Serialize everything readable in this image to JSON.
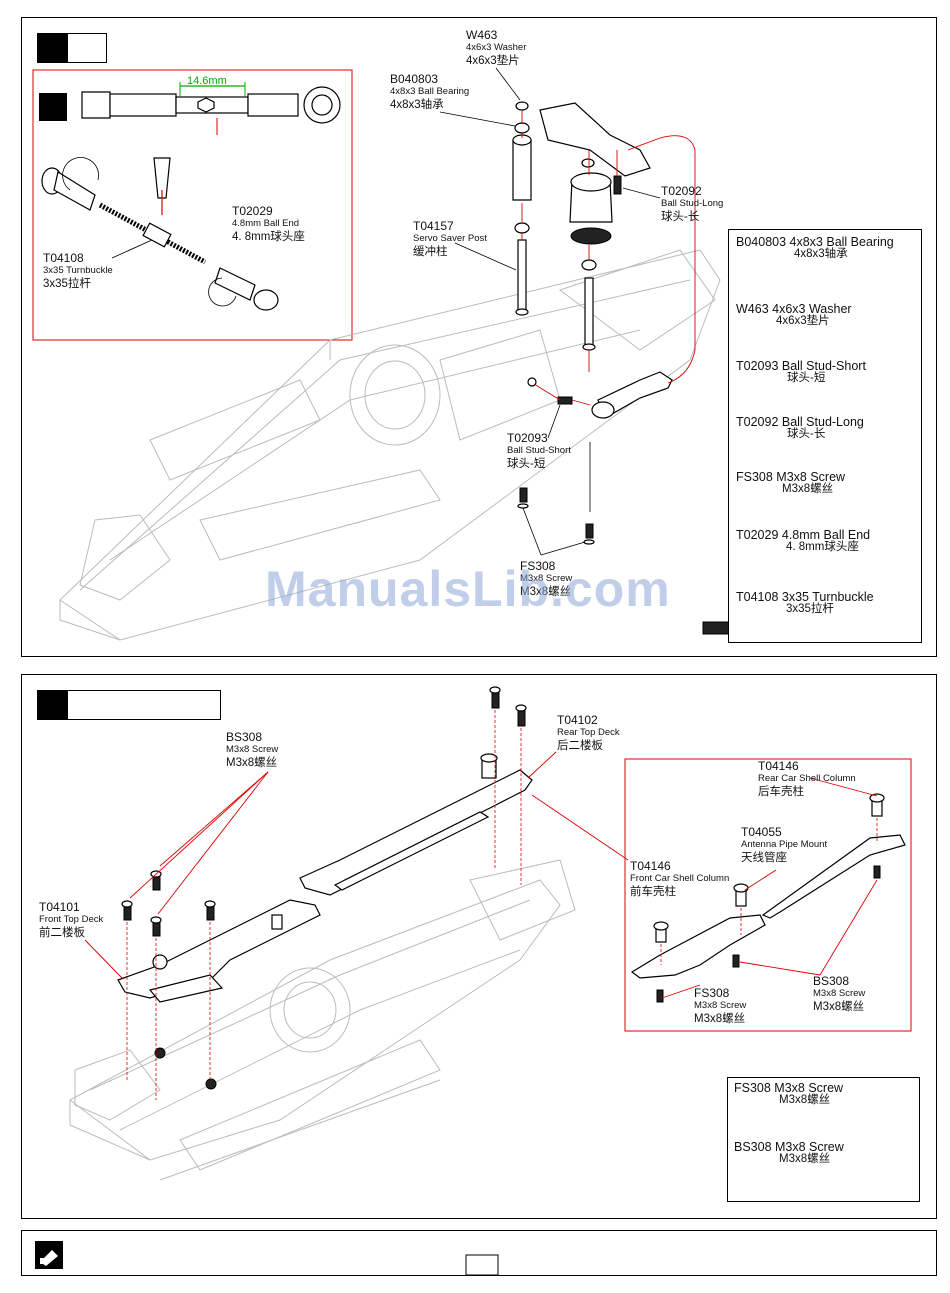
{
  "step1": {
    "inset": {
      "measurement": "14.6mm",
      "ball_end": {
        "code": "T02029",
        "en": "4.8mm Ball End",
        "cn": "4. 8mm球头座"
      },
      "turnbuckle": {
        "code": "T04108",
        "en": "3x35 Turnbuckle",
        "cn": "3x35拉杆"
      }
    },
    "callouts": {
      "washer": {
        "code": "W463",
        "en": "4x6x3 Washer",
        "cn": "4x6x3垫片"
      },
      "bearing": {
        "code": "B040803",
        "en": "4x8x3 Ball Bearing",
        "cn": "4x8x3轴承"
      },
      "servo_post": {
        "code": "T04157",
        "en": "Servo Saver Post",
        "cn": "缓冲柱"
      },
      "stud_long": {
        "code": "T02092",
        "en": "Ball Stud-Long",
        "cn": "球头-长"
      },
      "stud_short": {
        "code": "T02093",
        "en": "Ball Stud-Short",
        "cn": "球头-短"
      },
      "screw": {
        "code": "FS308",
        "en": "M3x8 Screw",
        "cn": "M3x8螺丝"
      }
    },
    "legend": [
      {
        "en": "B040803 4x8x3 Ball Bearing",
        "cn": "4x8x3轴承"
      },
      {
        "en": "W463 4x6x3 Washer",
        "cn": "4x6x3垫片"
      },
      {
        "en": "T02093 Ball Stud-Short",
        "cn": "球头-短"
      },
      {
        "en": "T02092 Ball Stud-Long",
        "cn": "球头-长"
      },
      {
        "en": "FS308 M3x8 Screw",
        "cn": "M3x8螺丝"
      },
      {
        "en": "T02029 4.8mm Ball End",
        "cn": "4. 8mm球头座"
      },
      {
        "en": "T04108 3x35 Turnbuckle",
        "cn": "3x35拉杆"
      }
    ]
  },
  "step2": {
    "callouts": {
      "bs308": {
        "code": "BS308",
        "en": "M3x8 Screw",
        "cn": "M3x8螺丝"
      },
      "rear_deck": {
        "code": "T04102",
        "en": "Rear Top Deck",
        "cn": "后二楼板"
      },
      "front_deck": {
        "code": "T04101",
        "en": "Front Top Deck",
        "cn": "前二楼板"
      },
      "front_column": {
        "code": "T04146",
        "en": "Front Car Shell Column",
        "cn": "前车壳柱"
      }
    },
    "detail": {
      "rear_column": {
        "code": "T04146",
        "en": "Rear Car Shell Column",
        "cn": "后车壳柱"
      },
      "antenna": {
        "code": "T04055",
        "en": "Antenna Pipe Mount",
        "cn": "天线管座"
      },
      "fs308": {
        "code": "FS308",
        "en": "M3x8 Screw",
        "cn": "M3x8螺丝"
      },
      "bs308": {
        "code": "BS308",
        "en": "M3x8 Screw",
        "cn": "M3x8螺丝"
      }
    },
    "legend": [
      {
        "en": "FS308 M3x8 Screw",
        "cn": "M3x8螺丝"
      },
      {
        "en": "BS308 M3x8 Screw",
        "cn": "M3x8螺丝"
      }
    ]
  },
  "watermark": "ManualsLib.com"
}
